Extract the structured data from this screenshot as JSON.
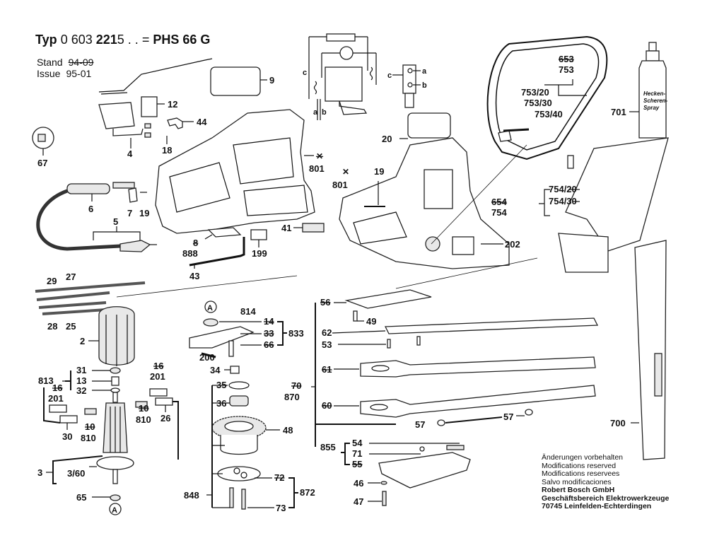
{
  "header": {
    "typ_label": "Typ",
    "typ_number": "0 603",
    "typ_number_bold": "221",
    "typ_suffix": "5 . .",
    "equals": "=",
    "model": "PHS 66 G",
    "stand_label": "Stand",
    "stand_value": "94-09",
    "issue_label": "Issue",
    "issue_value": "95-01"
  },
  "notes": {
    "lines": [
      "Änderungen vorbehalten",
      "Modifications reserved",
      "Modifications reservees",
      "Salvo modificaciones"
    ],
    "company": "Robert Bosch GmbH",
    "division": "Geschäftsbereich Elektrowerkzeuge",
    "address": "70745 Leinfelden-Echterdingen"
  },
  "spray": {
    "label_lines": [
      "Hecken-",
      "Scheren-",
      "Spray"
    ]
  },
  "wiring": {
    "labels": [
      "a",
      "b",
      "c"
    ],
    "switch_labels": [
      "a",
      "b",
      "c"
    ]
  },
  "callouts": {
    "p9": "9",
    "p12": "12",
    "p44": "44",
    "p4": "4",
    "p18": "18",
    "p67": "67",
    "p6": "6",
    "p7": "7",
    "p19a": "19",
    "p5": "5",
    "p8": "8",
    "p888": "888",
    "p199": "199",
    "p43": "43",
    "p41": "41",
    "p801a_x": "✕",
    "p801a": "801",
    "p20": "20",
    "p19b": "19",
    "p801b_x": "✕",
    "p801b": "801",
    "p202": "202",
    "p653": "653",
    "p753": "753",
    "p753_20": "753/20",
    "p753_30": "753/30",
    "p753_40": "753/40",
    "p701": "701",
    "p754_20": "754/20",
    "p754_30": "754/30",
    "p654": "654",
    "p754": "754",
    "p29": "29",
    "p27": "27",
    "p28": "28",
    "p25": "25",
    "p2": "2",
    "pA1": "A",
    "p814": "814",
    "p14": "14",
    "p33": "33",
    "p66": "66",
    "p833": "833",
    "p200": "200",
    "p34": "34",
    "p35": "35",
    "p36": "36",
    "p48": "48",
    "p72": "72",
    "p872": "872",
    "p848": "848",
    "p73": "73",
    "p813": "813",
    "p31": "31",
    "p13": "13",
    "p32": "32",
    "p16a": "16",
    "p201a": "201",
    "p16b": "16",
    "p201b": "201",
    "p10a": "10",
    "p810a": "810",
    "p10b": "10",
    "p810b": "810",
    "p26": "26",
    "p30": "30",
    "p3": "3",
    "p3_60": "3/60",
    "p65": "65",
    "pA2": "A",
    "p56": "56",
    "p49": "49",
    "p62": "62",
    "p53": "53",
    "p61": "61",
    "p70": "70",
    "p870": "870",
    "p60": "60",
    "p57a": "57",
    "p57b": "57",
    "p855": "855",
    "p54": "54",
    "p71": "71",
    "p55": "55",
    "p46": "46",
    "p47": "47",
    "p700": "700"
  }
}
